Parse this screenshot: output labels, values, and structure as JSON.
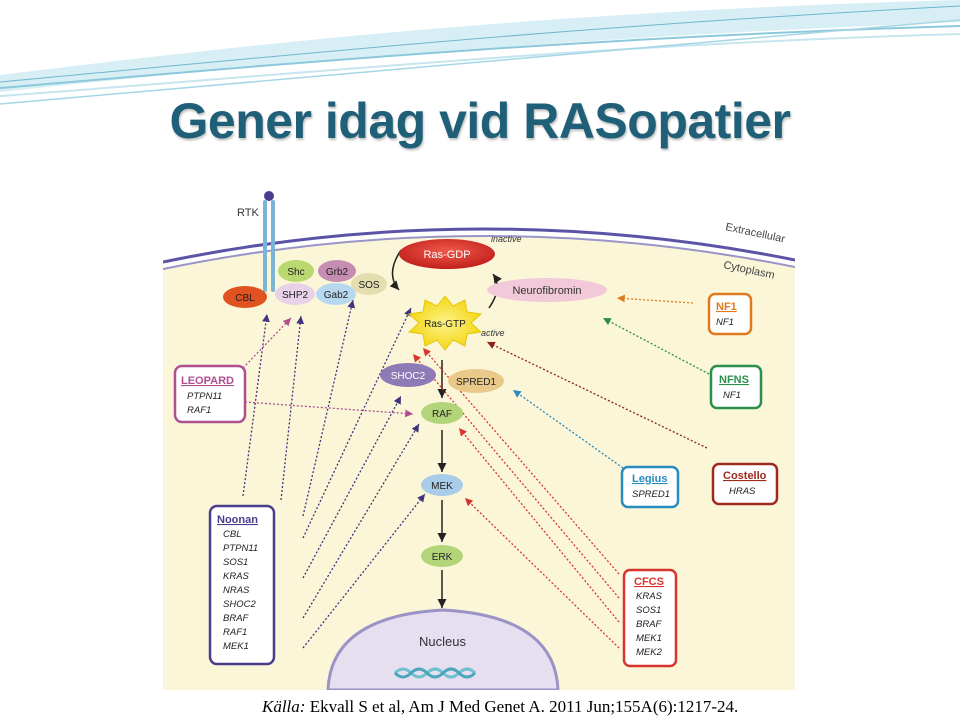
{
  "slide": {
    "title": "Gener idag vid RASopatier",
    "caption_label": "Källa:",
    "caption_text": " Ekvall S et al,  Am J Med Genet A. 2011 Jun;155A(6):1217-24."
  },
  "diagram": {
    "region_labels": {
      "rtk": "RTK",
      "extracellular": "Extracellular",
      "cytoplasm": "Cytoplasm",
      "nucleus": "Nucleus"
    },
    "nodes": {
      "cbl": "CBL",
      "shc": "Shc",
      "grb2": "Grb2",
      "shp2": "SHP2",
      "gab2": "Gab2",
      "sos": "SOS",
      "ras_gdp": "Ras-GDP",
      "inactive": "inactive",
      "ras_gtp": "Ras-GTP",
      "active": "active",
      "neurofibromin": "Neurofibromin",
      "shoc2": "SHOC2",
      "spred1": "SPRED1",
      "raf": "RAF",
      "mek": "MEK",
      "erk": "ERK"
    },
    "syndromes": {
      "leopard": {
        "title": "LEOPARD",
        "genes": [
          "PTPN11",
          "RAF1"
        ]
      },
      "noonan": {
        "title": "Noonan",
        "genes": [
          "CBL",
          "PTPN11",
          "SOS1",
          "KRAS",
          "NRAS",
          "SHOC2",
          "BRAF",
          "RAF1",
          "MEK1"
        ]
      },
      "nf1": {
        "title": "NF1",
        "genes": [
          "NF1"
        ]
      },
      "nfns": {
        "title": "NFNS",
        "genes": [
          "NF1"
        ]
      },
      "legius": {
        "title": "Legius",
        "genes": [
          "SPRED1"
        ]
      },
      "costello": {
        "title": "Costello",
        "genes": [
          "HRAS"
        ]
      },
      "cfcs": {
        "title": "CFCS",
        "genes": [
          "KRAS",
          "SOS1",
          "BRAF",
          "MEK1",
          "MEK2"
        ]
      }
    },
    "colors": {
      "cytoplasm": "#fbf6d8",
      "membrane": "#5b54a6",
      "noonan": "#4b3c8c",
      "leopard": "#b04f90",
      "cfcs": "#d9352e",
      "nfns": "#2a8f4a",
      "legius": "#2a8bc0",
      "costello": "#9e2a1e",
      "nf1": "#e07a1f",
      "ras_gdp": "#d8302b",
      "ras_gtp": "#f7e31b"
    }
  }
}
